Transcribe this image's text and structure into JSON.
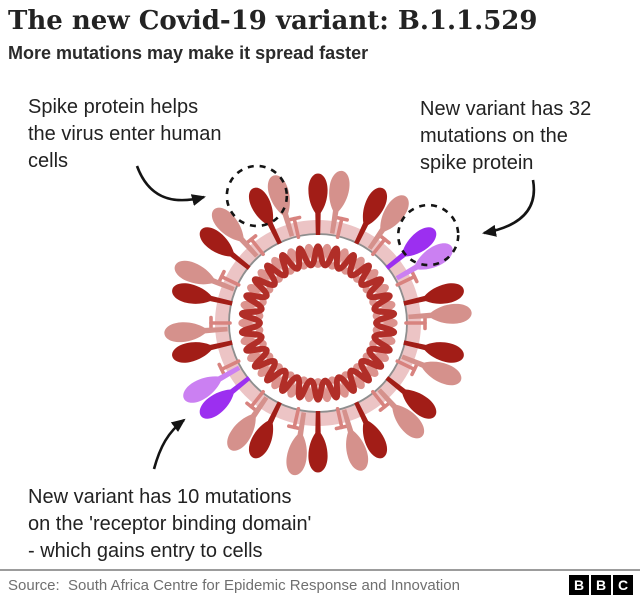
{
  "header": {
    "title": "The new Covid-19 variant: B.1.1.529",
    "subtitle": "More mutations may make it spread faster"
  },
  "annotations": {
    "spike_protein": {
      "lines": [
        "Spike protein helps",
        "the virus enter human",
        "cells"
      ]
    },
    "spike_mutations": {
      "lines": [
        "New variant has 32",
        "mutations on the",
        "spike protein"
      ]
    },
    "rbd_mutations": {
      "lines": [
        "New variant has 10 mutations",
        "on the 'receptor binding domain'",
        "- which gains entry to cells"
      ]
    }
  },
  "illustration": {
    "virus": {
      "spike_count": 14,
      "mutated_spike_indices": [
        2,
        9
      ],
      "spike_color": "#a21d17",
      "spike_shadow_color": "#d5918c",
      "mutated_spike_color": "#9c2ff0",
      "mutated_spike_shadow_color": "#cb80f2",
      "membrane_color": "#ecc4c5",
      "membrane_edge_color": "#8e8e8e",
      "pin_color": "#d8837f",
      "rna_color": "#b12e28",
      "rna_shadow_color": "#dc938e",
      "line_color": "#141414"
    }
  },
  "footer": {
    "source": "Source:  South Africa Centre for Epidemic Response and Innovation",
    "logo_blocks": [
      "B",
      "B",
      "C"
    ]
  }
}
